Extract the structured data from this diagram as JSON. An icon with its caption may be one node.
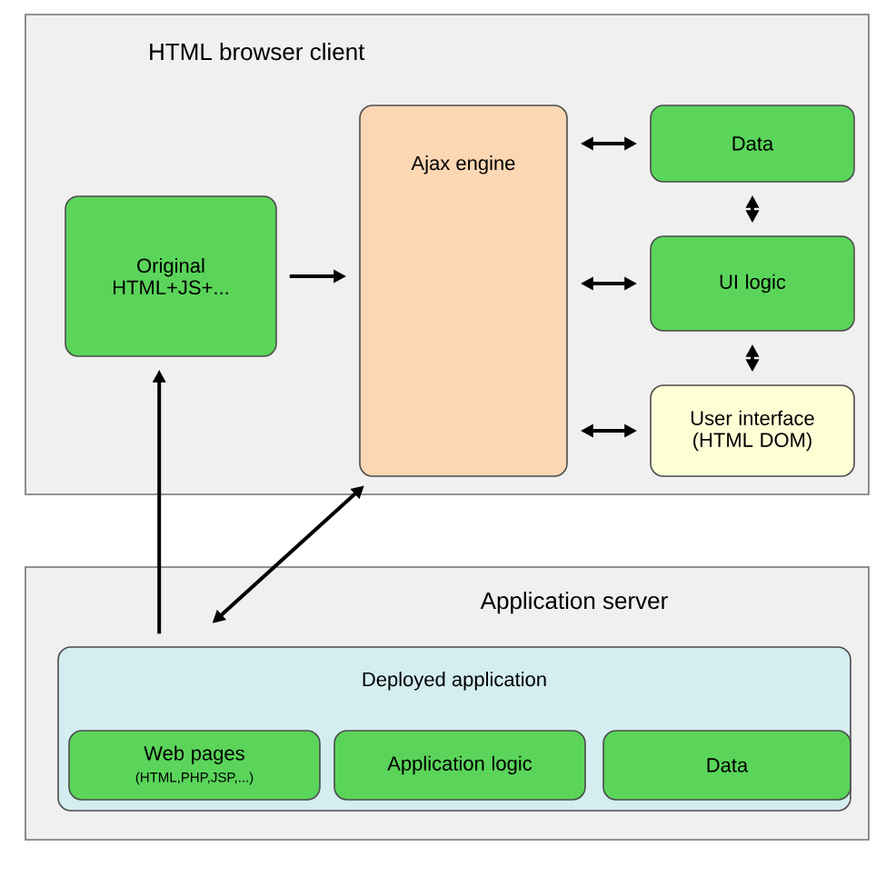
{
  "diagram": {
    "nodes": [
      {
        "text": [
          "HTML browser client"
        ]
      },
      {
        "text": [
          "Original HTML+JS+..."
        ],
        "in": 0
      },
      {
        "text": [
          "Ajax engine"
        ],
        "in": 0
      },
      {
        "text": [
          "Data"
        ],
        "in": 0
      },
      {
        "text": [
          "UI logic"
        ],
        "in": 0
      },
      {
        "text": [
          "User interface (HTML DOM)"
        ],
        "in": 0
      },
      {
        "text": [
          "Application server"
        ]
      },
      {
        "text": [
          "Deployed application"
        ],
        "in": 6
      },
      {
        "text": [
          "Web pages",
          "(HTML,PHP,JSP,...)"
        ],
        "in": 7
      },
      {
        "text": [
          "Application logic"
        ],
        "in": 7
      },
      {
        "text": [
          "Data"
        ],
        "in": 7
      }
    ],
    "edges": [
      {
        "from": 1,
        "to": 2,
        "arrow": "to"
      },
      {
        "from": 2,
        "to": 3,
        "arrow": "both"
      },
      {
        "from": 2,
        "to": 4,
        "arrow": "both"
      },
      {
        "from": 2,
        "to": 5,
        "arrow": "both"
      },
      {
        "from": 3,
        "to": 4,
        "arrow": "both"
      },
      {
        "from": 4,
        "to": 5,
        "arrow": "both"
      },
      {
        "from": 7,
        "to": 1,
        "arrow": "to"
      },
      {
        "from": 7,
        "to": 2,
        "arrow": "both"
      }
    ]
  }
}
